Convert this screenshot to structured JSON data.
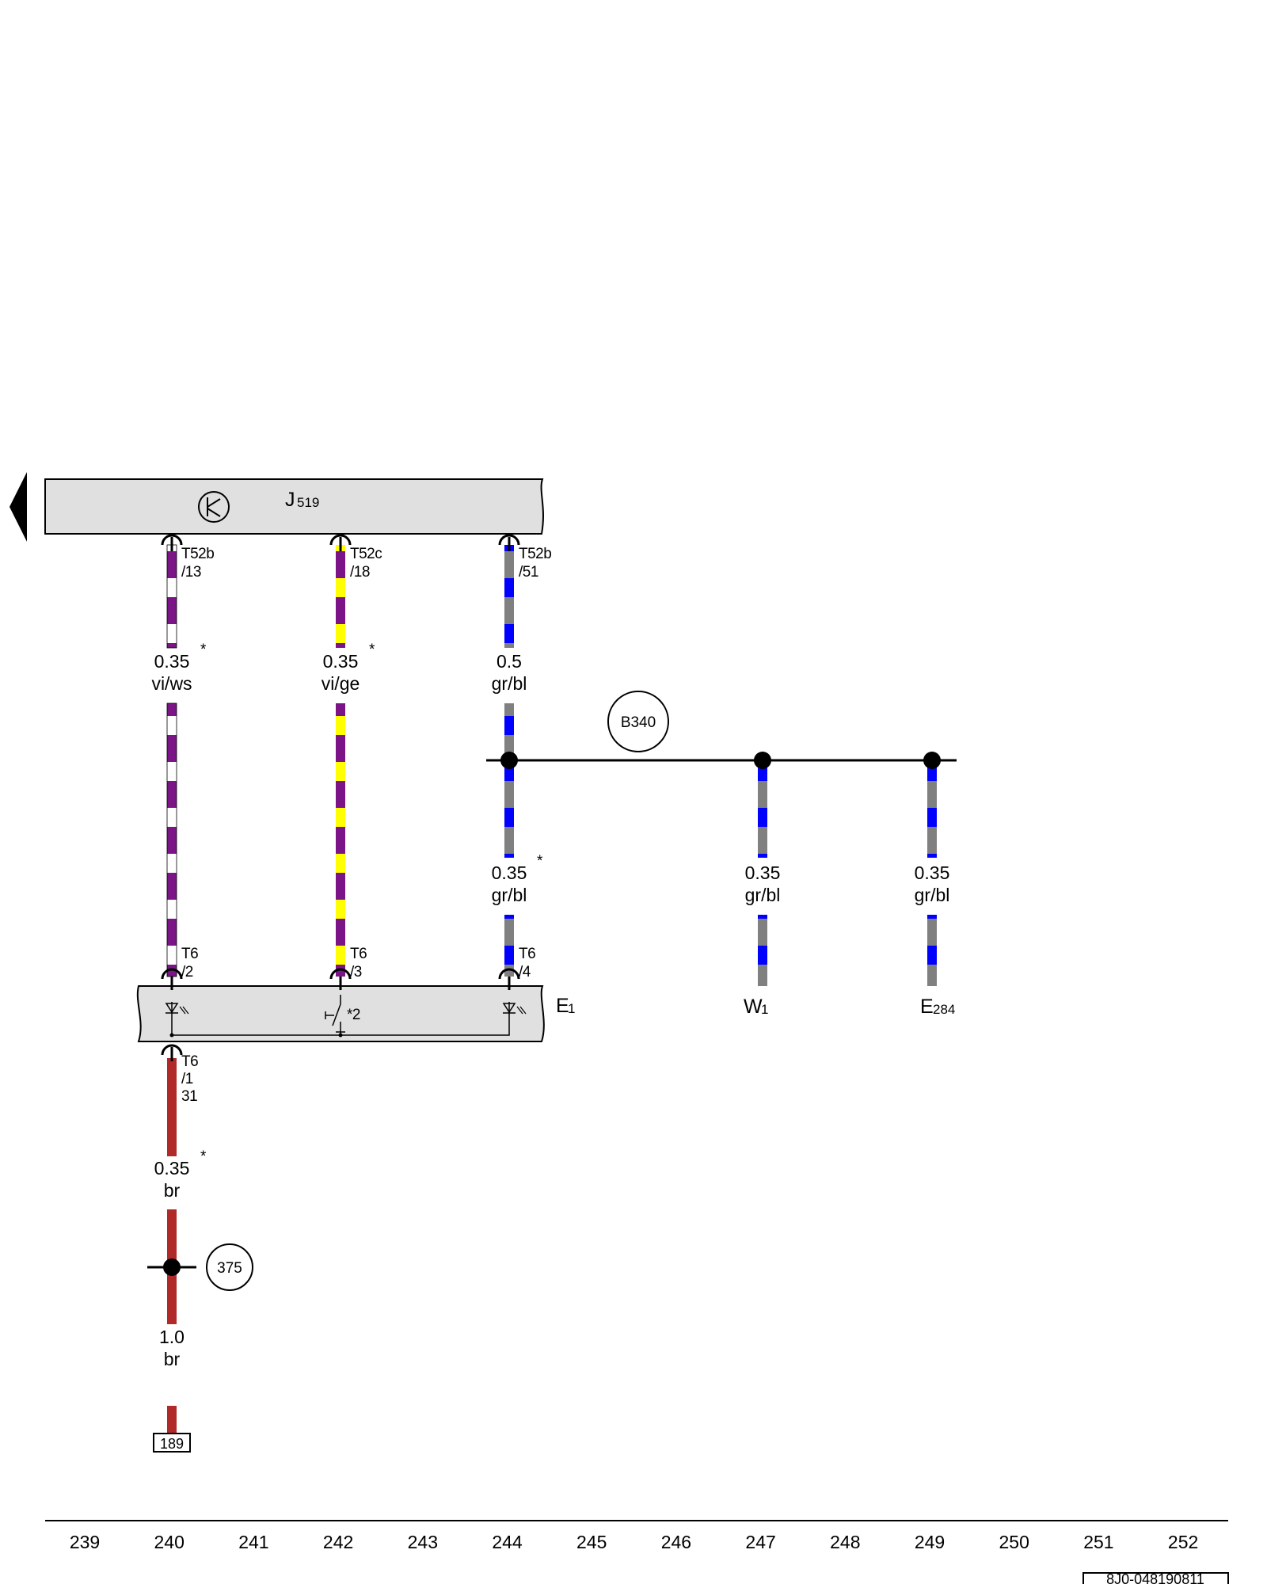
{
  "components": {
    "control_unit": {
      "name": "J",
      "sub": "519"
    },
    "switch_module": {
      "name": "E",
      "sub": "1"
    },
    "lamp_w1": {
      "name": "W",
      "sub": "1"
    },
    "lamp_e284": {
      "name": "E",
      "sub": "284"
    }
  },
  "connectors": {
    "t52b_13": {
      "line1": "T52b",
      "line2": "/13"
    },
    "t52c_18": {
      "line1": "T52c",
      "line2": "/18"
    },
    "t52b_51": {
      "line1": "T52b",
      "line2": "/51"
    },
    "t6_2": {
      "line1": "T6",
      "line2": "/2"
    },
    "t6_3": {
      "line1": "T6",
      "line2": "/3"
    },
    "t6_4": {
      "line1": "T6",
      "line2": "/4"
    },
    "t6_1": {
      "line1": "T6",
      "line2": "/1",
      "line3": "31"
    }
  },
  "wires": {
    "w1": {
      "size": "0.35",
      "color": "vi/ws",
      "note": "*"
    },
    "w2": {
      "size": "0.35",
      "color": "vi/ge",
      "note": "*"
    },
    "w3": {
      "size": "0.5",
      "color": "gr/bl"
    },
    "w4": {
      "size": "0.35",
      "color": "gr/bl",
      "note": "*"
    },
    "w5": {
      "size": "0.35",
      "color": "gr/bl"
    },
    "w6": {
      "size": "0.35",
      "color": "gr/bl"
    },
    "w7": {
      "size": "0.35",
      "color": "br",
      "note": "*"
    },
    "w8": {
      "size": "1.0",
      "color": "br"
    }
  },
  "junctions": {
    "b340": "B340",
    "j375": "375"
  },
  "switch_note": "*2",
  "ground_ref": "189",
  "ruler": [
    "239",
    "240",
    "241",
    "242",
    "243",
    "244",
    "245",
    "246",
    "247",
    "248",
    "249",
    "250",
    "251",
    "252"
  ],
  "diagram_id": "8J0-048190811",
  "colors": {
    "violet": "#7a1487",
    "white": "#ffffff",
    "yellow": "#ffff00",
    "blue": "#0000ff",
    "grey": "#808080",
    "brown": "#b02a2a",
    "component_fill": "#e0e0e0"
  }
}
